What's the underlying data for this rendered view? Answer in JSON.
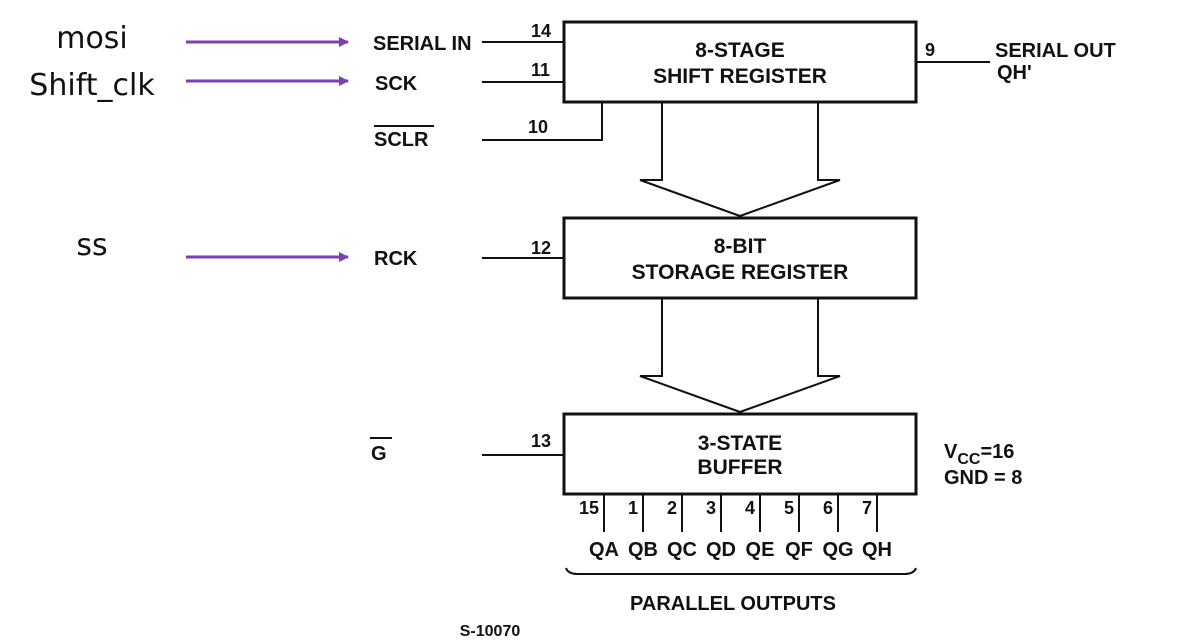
{
  "annotations": {
    "mosi": "mosi",
    "shift_clk": "Shift_clk",
    "ss": "ss",
    "arrow_color": "#7a3fb0"
  },
  "inputs": {
    "serial_in": {
      "label": "SERIAL IN",
      "pin": "14"
    },
    "sck": {
      "label": "SCK",
      "pin": "11"
    },
    "sclr": {
      "label": "SCLR",
      "pin": "10"
    },
    "rck": {
      "label": "RCK",
      "pin": "12"
    },
    "g": {
      "label": "G",
      "pin": "13"
    }
  },
  "blocks": {
    "shift_register": {
      "line1": "8-STAGE",
      "line2": "SHIFT REGISTER"
    },
    "storage_register": {
      "line1": "8-BIT",
      "line2": "STORAGE REGISTER"
    },
    "buffer": {
      "line1": "3-STATE",
      "line2": "BUFFER"
    }
  },
  "serial_out": {
    "label": "SERIAL OUT",
    "sublabel": "QH'",
    "pin": "9"
  },
  "power": {
    "vcc_v": "V",
    "vcc_sub": "CC",
    "vcc_rest": "=16",
    "gnd": "GND = 8"
  },
  "outputs": {
    "pins": [
      "15",
      "1",
      "2",
      "3",
      "4",
      "5",
      "6",
      "7"
    ],
    "names": [
      "QA",
      "QB",
      "QC",
      "QD",
      "QE",
      "QF",
      "QG",
      "QH"
    ],
    "caption": "PARALLEL OUTPUTS"
  },
  "figure_id": "S-10070"
}
